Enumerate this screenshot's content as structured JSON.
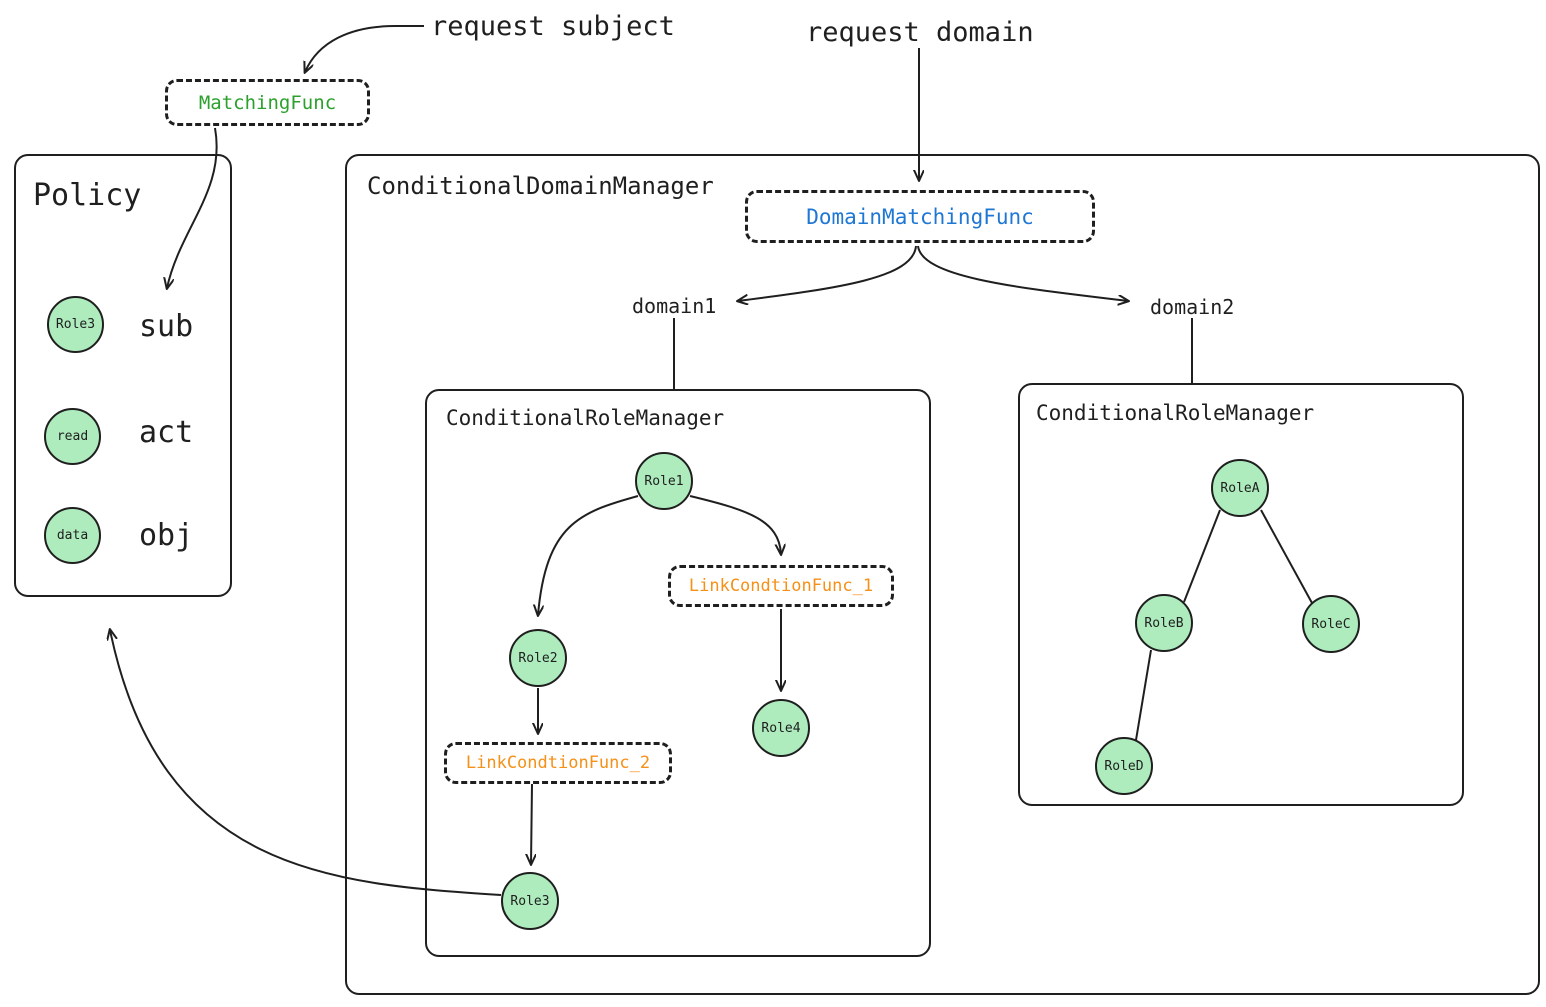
{
  "diagram": {
    "title_font_color": "#1f1f1f",
    "node_fill": "#aeecbe",
    "node_stroke": "#1f1f1f"
  },
  "annotations": {
    "request_subject": "request subject",
    "request_domain": "request domain",
    "domain1": "domain1",
    "domain2": "domain2"
  },
  "matching_func": {
    "label": "MatchingFunc",
    "color": "#2ca02c"
  },
  "domain_matching_func": {
    "label": "DomainMatchingFunc",
    "color": "#1f77d4"
  },
  "policy": {
    "title": "Policy",
    "rows": [
      {
        "node": "Role3",
        "field": "sub"
      },
      {
        "node": "read",
        "field": "act"
      },
      {
        "node": "data",
        "field": "obj"
      }
    ]
  },
  "conditional_domain_manager": {
    "title": "ConditionalDomainManager"
  },
  "role_manager_domain1": {
    "title": "ConditionalRoleManager",
    "nodes": [
      {
        "label": "Role1"
      },
      {
        "label": "Role2"
      },
      {
        "label": "Role3"
      },
      {
        "label": "Role4"
      }
    ],
    "link_funcs": [
      {
        "label": "LinkCondtionFunc_1",
        "color": "#f59018"
      },
      {
        "label": "LinkCondtionFunc_2",
        "color": "#f59018"
      }
    ]
  },
  "role_manager_domain2": {
    "title": "ConditionalRoleManager",
    "nodes": [
      {
        "label": "RoleA"
      },
      {
        "label": "RoleB"
      },
      {
        "label": "RoleC"
      },
      {
        "label": "RoleD"
      }
    ]
  }
}
